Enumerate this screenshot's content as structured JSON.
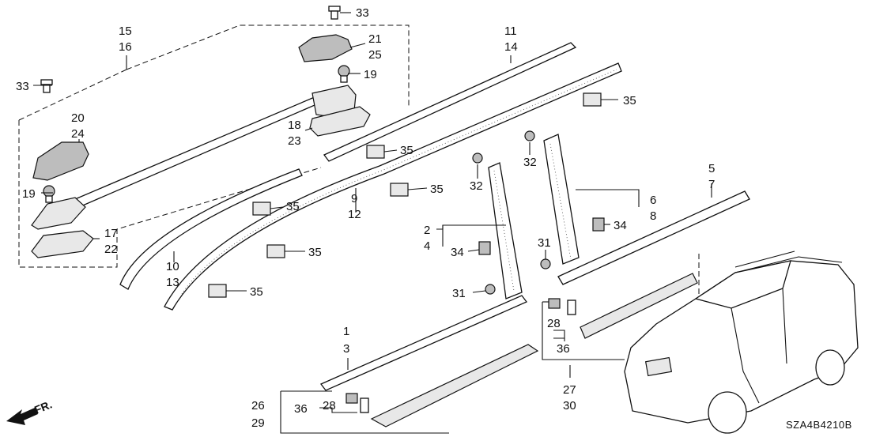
{
  "diagram": {
    "code": "SZA4B4210B",
    "direction": "FR.",
    "labels": {
      "l33a": "33",
      "l15": "15",
      "l16": "16",
      "l21": "21",
      "l25": "25",
      "l33b": "33",
      "l19a": "19",
      "l11": "11",
      "l14": "14",
      "l35a": "35",
      "l20": "20",
      "l24": "24",
      "l18": "18",
      "l23": "23",
      "l35b": "35",
      "l32a": "32",
      "l32b": "32",
      "l35c": "35",
      "l5": "5",
      "l19b": "19",
      "l6": "6",
      "l8": "8",
      "l7": "7",
      "l35d": "35",
      "l9": "9",
      "l12": "12",
      "l17": "17",
      "l22": "22",
      "l2": "2",
      "l4": "4",
      "l34a": "34",
      "l34b": "34",
      "l31a": "31",
      "l35e": "35",
      "l10": "10",
      "l13": "13",
      "l31b": "31",
      "l35f": "35",
      "l28a": "28",
      "l1": "1",
      "l3": "3",
      "l36a": "36",
      "l27": "27",
      "l30": "30",
      "l26": "26",
      "l29": "29",
      "l36b": "36",
      "l28b": "28"
    }
  }
}
